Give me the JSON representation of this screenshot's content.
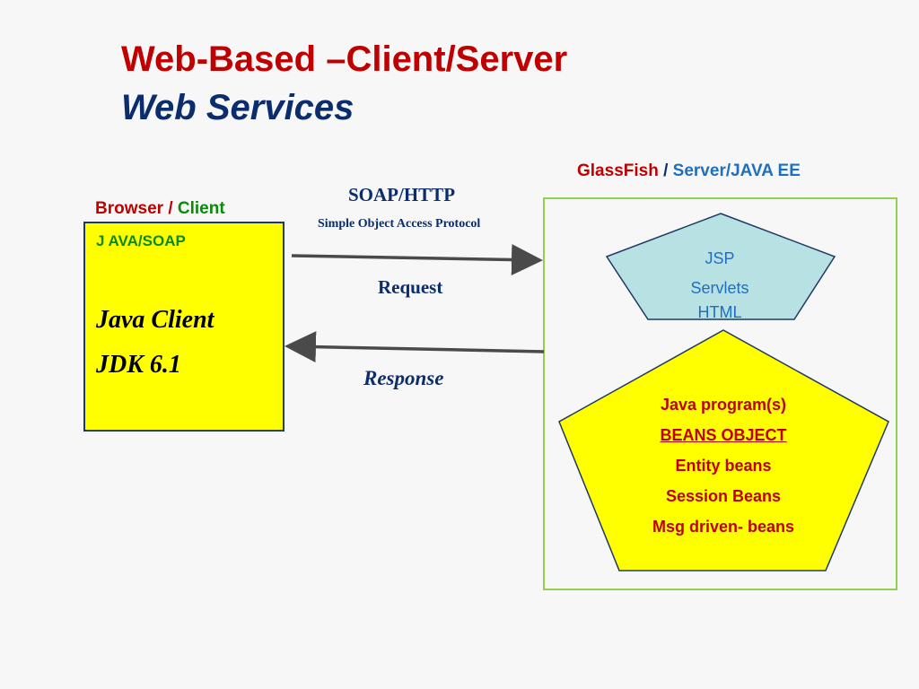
{
  "title": {
    "line1": "Web-Based –Client/Server",
    "line2": "Web Services"
  },
  "client": {
    "label_part1": "Browser",
    "separator": "/",
    "label_part2": "Client",
    "subtitle": "J AVA/SOAP",
    "line1": "Java Client",
    "line2": "JDK 6.1"
  },
  "server": {
    "label_part1": "GlassFish",
    "separator": "/",
    "label_part2": "Server/JAVA EE",
    "web_tier": [
      "JSP",
      "Servlets",
      "HTML"
    ],
    "business_tier": [
      "Java program(s)",
      "BEANS OBJECT",
      "Entity beans",
      "Session Beans",
      "Msg driven- beans"
    ]
  },
  "protocol": {
    "name": "SOAP/HTTP",
    "full_name": "Simple Object Access Protocol",
    "request": "Request",
    "response": "Response"
  },
  "colors": {
    "title_red": "#c00000",
    "title_navy": "#0b2d6e",
    "client_fill": "#ffff00",
    "web_tier_fill": "#b7e1e3",
    "business_fill": "#ffff00",
    "server_border": "#92d050",
    "arrow": "#4a4a4a"
  }
}
